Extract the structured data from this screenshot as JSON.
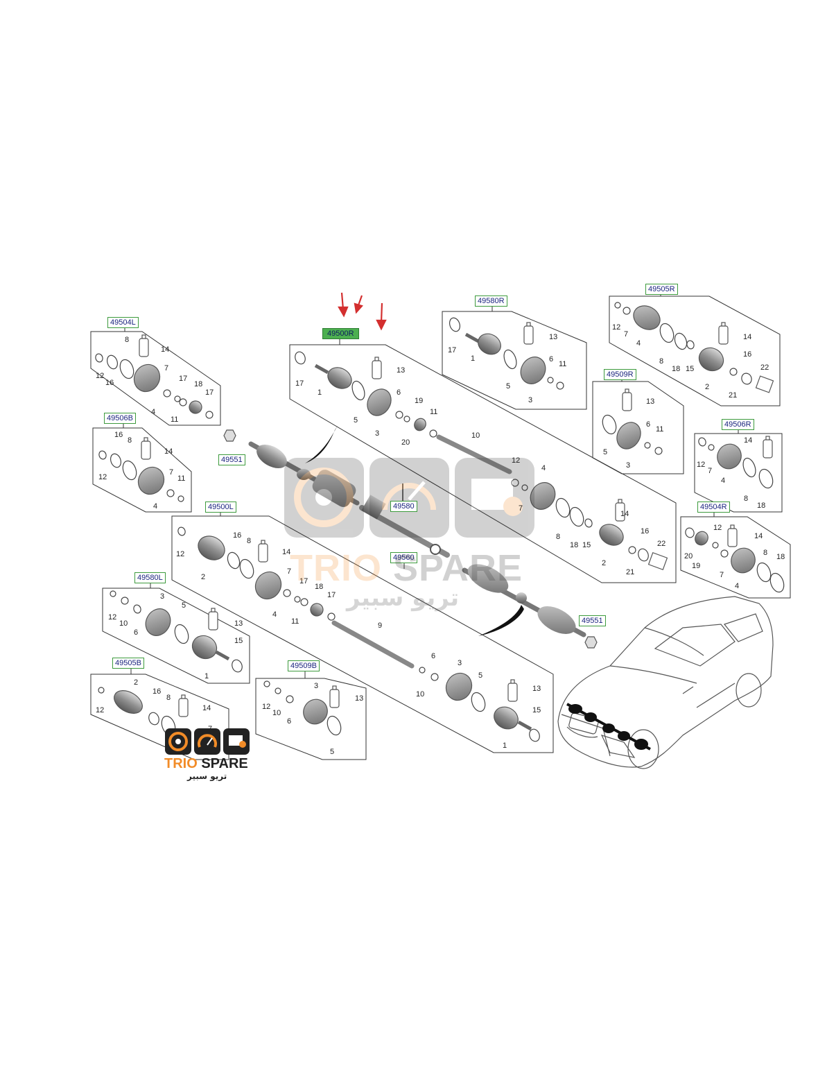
{
  "brand": {
    "name_en_part1": "TRIO",
    "name_en_part2": "SPARE",
    "name_ar": "تريو سبير",
    "accent_orange": "#f28c28",
    "dark": "#222222"
  },
  "colors": {
    "box_border": "#3c9a3c",
    "code_text": "#1a237e",
    "highlight": "#4caf50",
    "arrow": "#d32f2f",
    "part_gray": "#9e9e9e"
  },
  "icons": [
    "arrow-down-icon",
    "brake-disc-icon",
    "speedometer-icon",
    "engine-icon",
    "vehicle-illustration"
  ],
  "part_codes": [
    {
      "id": "49500R",
      "highlighted": true
    },
    {
      "id": "49580R"
    },
    {
      "id": "49505R"
    },
    {
      "id": "49504L"
    },
    {
      "id": "49509R"
    },
    {
      "id": "49506B"
    },
    {
      "id": "49506R"
    },
    {
      "id": "49551a",
      "label": "49551"
    },
    {
      "id": "49580",
      "label": "49580"
    },
    {
      "id": "49504R"
    },
    {
      "id": "49500L"
    },
    {
      "id": "49560"
    },
    {
      "id": "49580L"
    },
    {
      "id": "49551b",
      "label": "49551"
    },
    {
      "id": "49505B"
    },
    {
      "id": "49509B"
    }
  ],
  "callouts": {
    "r_main": [
      "17",
      "1",
      "13",
      "5",
      "6",
      "3",
      "19",
      "20",
      "11",
      "10",
      "12",
      "7",
      "4",
      "14",
      "8",
      "18",
      "15",
      "16",
      "2",
      "22",
      "21"
    ],
    "r_580": [
      "17",
      "1",
      "13",
      "5",
      "6",
      "11",
      "3"
    ],
    "r_505": [
      "12",
      "7",
      "4",
      "8",
      "18",
      "15",
      "14",
      "16",
      "22",
      "2",
      "21"
    ],
    "l_504": [
      "12",
      "16",
      "8",
      "14",
      "4",
      "7",
      "17",
      "11",
      "18",
      "17"
    ],
    "r_509": [
      "13",
      "5",
      "6",
      "11",
      "3"
    ],
    "b_506": [
      "16",
      "12",
      "8",
      "14",
      "4",
      "7",
      "11"
    ],
    "r_506": [
      "12",
      "7",
      "14",
      "4",
      "8",
      "18"
    ],
    "r_504": [
      "20",
      "12",
      "14",
      "19",
      "7",
      "8",
      "4",
      "18"
    ],
    "l_main": [
      "12",
      "2",
      "16",
      "8",
      "14",
      "4",
      "7",
      "17",
      "11",
      "18",
      "17",
      "9",
      "6",
      "10",
      "3",
      "5",
      "13",
      "15",
      "1"
    ],
    "l_580": [
      "12",
      "10",
      "6",
      "3",
      "5",
      "13",
      "15",
      "1"
    ],
    "b_505": [
      "12",
      "2",
      "16",
      "8",
      "14",
      "7"
    ],
    "b_509": [
      "12",
      "10",
      "6",
      "3",
      "13",
      "5"
    ]
  }
}
